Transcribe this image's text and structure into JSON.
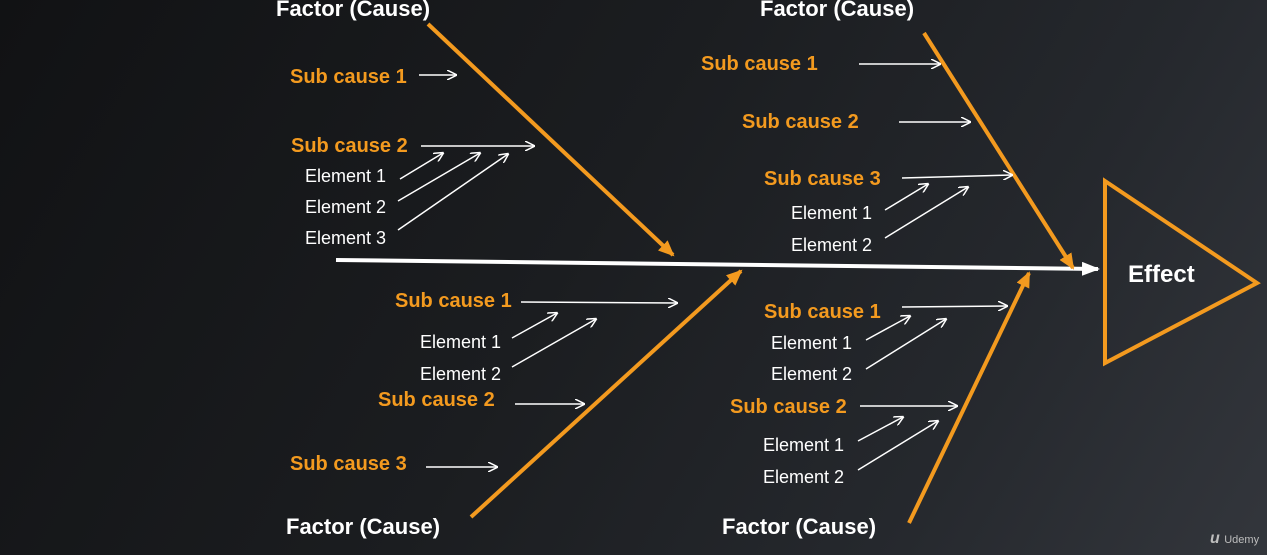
{
  "diagram": {
    "effect": "Effect",
    "factors": {
      "top_left": "Factor (Cause)",
      "top_right": "Factor (Cause)",
      "bottom_left": "Factor (Cause)",
      "bottom_right": "Factor (Cause)"
    },
    "top_left": {
      "sub1": "Sub cause 1",
      "sub2": "Sub cause 2",
      "elements": [
        "Element 1",
        "Element 2",
        "Element 3"
      ]
    },
    "top_right": {
      "sub1": "Sub cause 1",
      "sub2": "Sub cause 2",
      "sub3": "Sub cause 3",
      "elements": [
        "Element 1",
        "Element 2"
      ]
    },
    "bottom_left": {
      "sub1": "Sub cause 1",
      "sub1_elements": [
        "Element 1",
        "Element 2"
      ],
      "sub2": "Sub cause 2",
      "sub3": "Sub cause 3"
    },
    "bottom_right": {
      "sub1": "Sub cause 1",
      "sub1_elements": [
        "Element 1",
        "Element 2"
      ],
      "sub2": "Sub cause 2",
      "sub2_elements": [
        "Element 1",
        "Element 2"
      ]
    },
    "colors": {
      "accent": "#f39a1f",
      "line": "#ffffff",
      "background": "#1b1d20"
    }
  },
  "branding": {
    "logo_mark": "u",
    "name": "Udemy"
  }
}
